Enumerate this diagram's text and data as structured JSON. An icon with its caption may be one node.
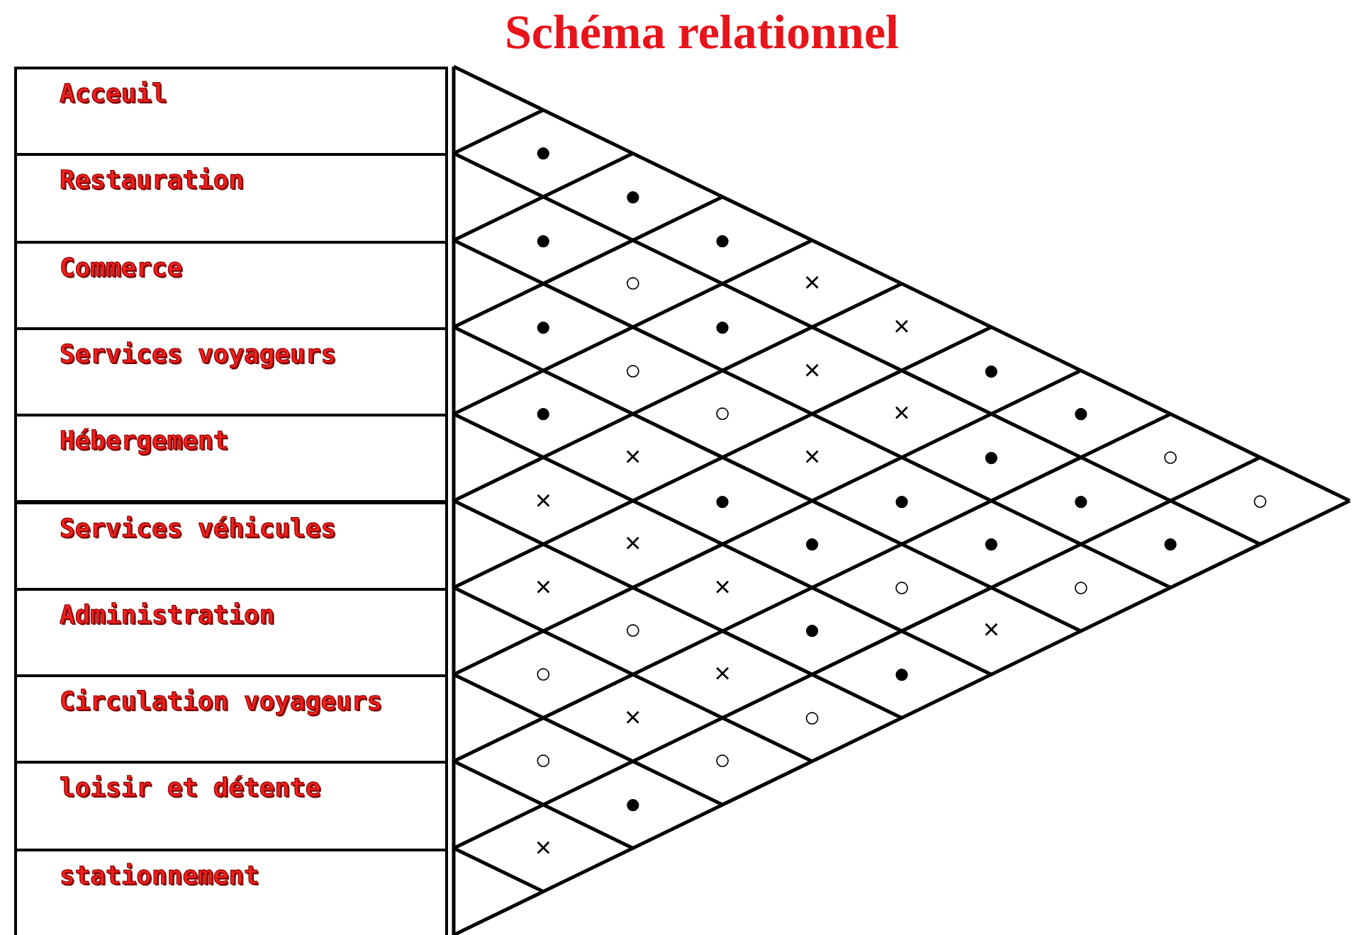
{
  "diagram": {
    "title": "Schéma relationnel",
    "nodes": [
      {
        "text": [
          "Acceuil"
        ]
      },
      {
        "text": [
          "Restauration"
        ]
      },
      {
        "text": [
          "Commerce"
        ]
      },
      {
        "text": [
          "Services voyageurs"
        ]
      },
      {
        "text": [
          "Hébergement"
        ]
      },
      {
        "text": [
          "Services véhicules"
        ]
      },
      {
        "text": [
          "Administration"
        ]
      },
      {
        "text": [
          "Circulation voyageurs"
        ]
      },
      {
        "text": [
          "loisir et détente"
        ]
      },
      {
        "text": [
          "stationnement"
        ]
      }
    ],
    "labels": [
      "●",
      "●",
      "●",
      "●",
      "○",
      "×",
      "●",
      "●",
      "×",
      "○",
      "×",
      "●",
      "●",
      "○",
      "×",
      "●",
      "×",
      "×",
      "●",
      "○",
      "×",
      "●",
      "●",
      "●",
      "○",
      "×",
      "●",
      "●",
      "●",
      "×",
      "×",
      "○",
      "○",
      "○",
      "●",
      "×",
      "○",
      "×",
      "●",
      "×",
      "○",
      "○",
      "○",
      "●",
      "×"
    ]
  }
}
